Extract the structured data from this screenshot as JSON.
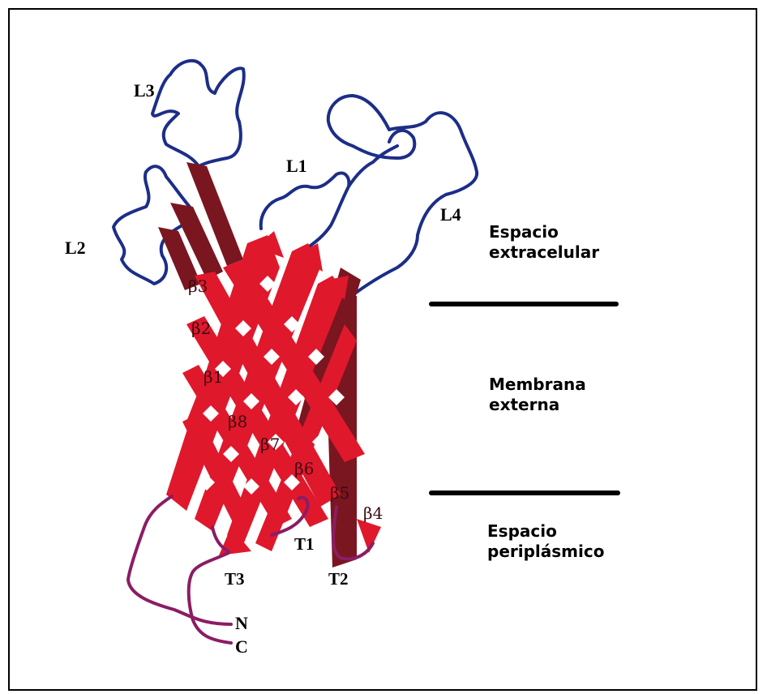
{
  "loops": [
    "L1",
    "L2",
    "L3",
    "L4"
  ],
  "turns": [
    "T1",
    "T2",
    "T3"
  ],
  "termini": [
    "N",
    "C"
  ],
  "strands": [
    "β1",
    "β2",
    "β3",
    "β4",
    "β5",
    "β6",
    "β7",
    "β8"
  ],
  "regions": {
    "extracellular": [
      "Espacio",
      "extracelular"
    ],
    "membrane": [
      "Membrana",
      "externa"
    ],
    "periplasmic": [
      "Espacio",
      "periplásmico"
    ]
  },
  "colors": {
    "strand": "#e0182c",
    "strand_shadow": "#7a1620",
    "loop": "#1c2e88",
    "turn": "#8c1c64",
    "divider": "#000000"
  }
}
